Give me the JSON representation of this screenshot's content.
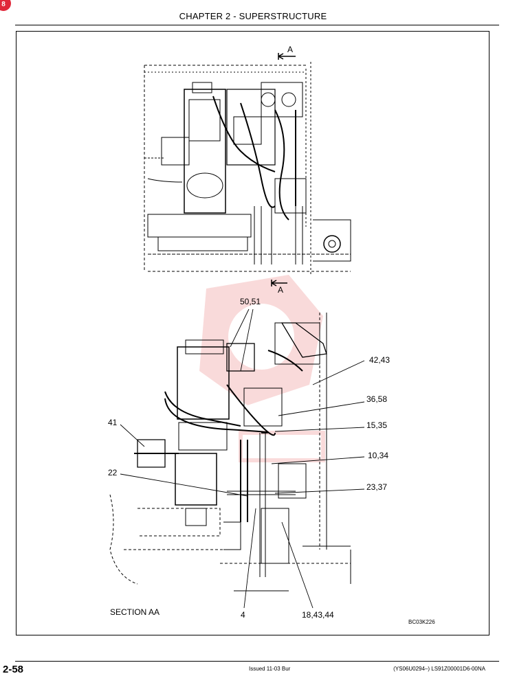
{
  "corner_badge": "8",
  "header": {
    "title": "CHAPTER 2 - SUPERSTRUCTURE"
  },
  "section_marks": {
    "top": "A",
    "bottom": "A"
  },
  "callouts": {
    "c50_51": "50,51",
    "c42_43": "42,43",
    "c36_58": "36,58",
    "c41": "41",
    "c15_35": "15,35",
    "c10_34": "10,34",
    "c22": "22",
    "c23_37": "23,37",
    "c4": "4",
    "c18_43_44": "18,43,44"
  },
  "section_title": "SECTION AA",
  "figure_code": "BC03K226",
  "footer": {
    "page_number": "2-58",
    "issued": "Issued 11-03   Bur",
    "doc_ref": "(YS06U0294–)   LS91Z00001D6-00NA"
  }
}
